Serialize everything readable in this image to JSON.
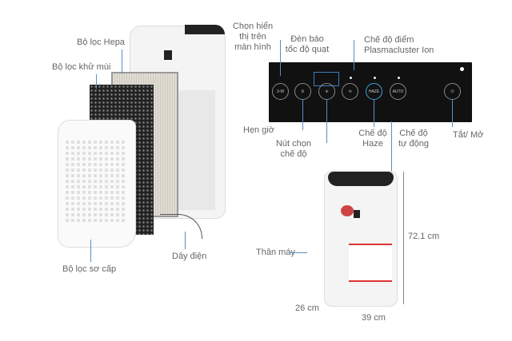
{
  "labels": {
    "hepa": "Bộ lọc Hepa",
    "deodor": "Bộ lọc khử mùi",
    "pre": "Bộ lọc sơ cấp",
    "cord": "Dây điện",
    "body": "Thân máy",
    "display_1": "Chọn hiển",
    "display_2": "thị trên",
    "display_3": "màn hình",
    "fan_ind_1": "Đèn báo",
    "fan_ind_2": "tốc độ quạt",
    "plasma_1": "Chế độ điểm",
    "plasma_2": "Plasmacluster Ion",
    "timer": "Hẹn giờ",
    "mode_1": "Nút chọn",
    "mode_2": "chế độ",
    "haze_1": "Chế độ",
    "haze_2": "Haze",
    "auto_1": "Chế độ",
    "auto_2": "tự động",
    "power": "Tắt/ Mở"
  },
  "panel": {
    "buttons": [
      "3-W",
      "⏲",
      "✢",
      "⟲",
      "HAZE",
      "AUTO",
      "⏻"
    ]
  },
  "dimensions": {
    "height": "72.1 cm",
    "width": "39 cm",
    "depth": "26 cm"
  },
  "colors": {
    "line": "#5a8fc0",
    "panel": "#111111",
    "haze": "#3aa0d8"
  }
}
